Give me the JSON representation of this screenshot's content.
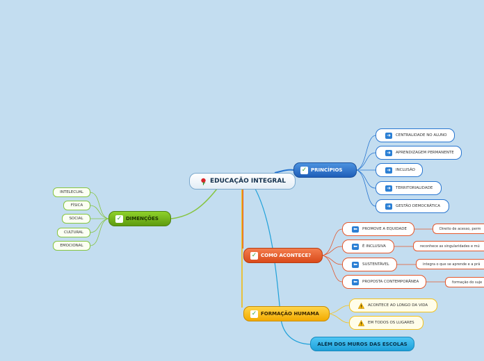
{
  "root": {
    "label": "EDUCAÇÃO INTEGRAL",
    "icon": "rose-icon"
  },
  "principios": {
    "label": "PRINCÍPIOS",
    "items": [
      "CENTRALIDADE NO ALUNO",
      "APRENDIZAGEM PERMANENTE",
      "INCLUSÃO",
      "TERRITORIALIDADE",
      "GESTÃO DEMOCRÁTICA"
    ]
  },
  "dimensoes": {
    "label": "DIMENÇÕES",
    "items": [
      "INTELECUAL",
      "FÍSICA",
      "SOCIAL",
      "CULTURAL",
      "EMOCIONAL"
    ]
  },
  "acontece": {
    "label": "COMO ACONTECE?",
    "items": [
      {
        "label": "PROMOVE A EQUIDADE",
        "detail": "Direito de acesso,   perm"
      },
      {
        "label": "É INCLUSIVA",
        "detail": "reconhece as singularidades e mú"
      },
      {
        "label": "SUSTENTÁVEL",
        "detail": "integra o que se aprende e a prá"
      },
      {
        "label": "PROPOSTA CONTEMPORÂNEA",
        "detail": "formação do suje"
      }
    ]
  },
  "formacao": {
    "label": "FORMAÇÃO HUMAMA",
    "items": [
      "ACONTECE AO LONGO DA VIDA",
      "EM TODOS OS LUGARES"
    ]
  },
  "muros": {
    "label": "ALÉM DOS MUROS DAS ESCOLAS"
  },
  "colors": {
    "background": "#c3ddf0",
    "principios": "#2775d0",
    "dimensoes": "#86c440",
    "acontece": "#e4572c",
    "formacao": "#f3b800",
    "muros": "#1da0d9"
  }
}
